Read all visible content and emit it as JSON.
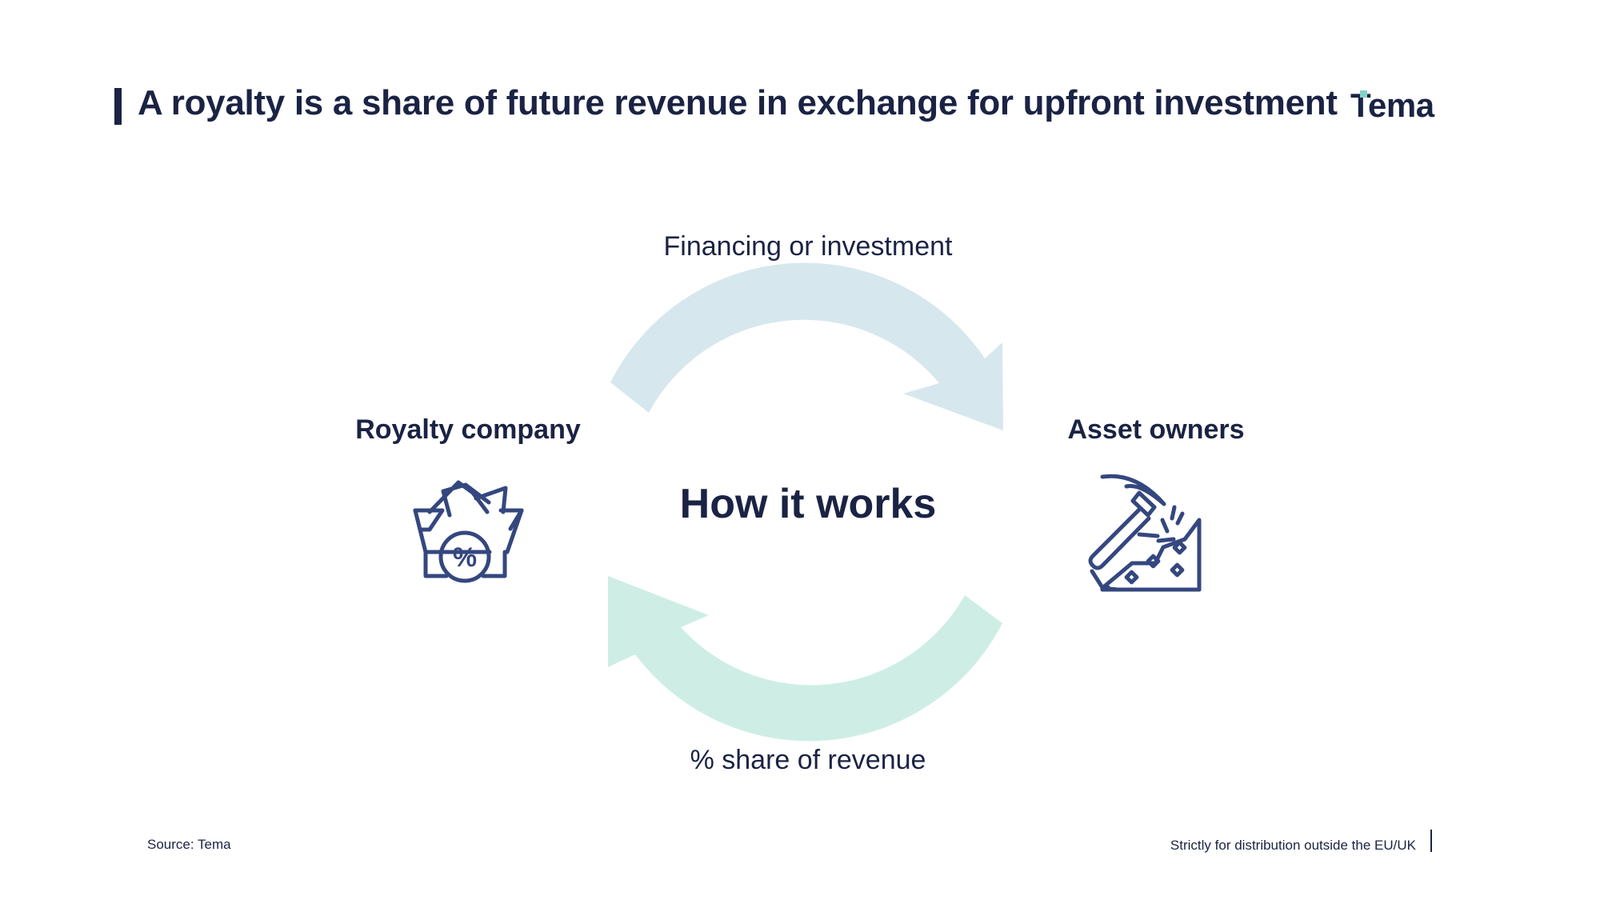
{
  "header": {
    "title": "A royalty is a share of future revenue in exchange for upfront investment",
    "logo_text": "Tema"
  },
  "diagram": {
    "center_label": "How it works",
    "top_flow_label": "Financing or investment",
    "bottom_flow_label": "% share of revenue",
    "left_party_label": "Royalty company",
    "right_party_label": "Asset owners",
    "left_icon_symbol": "%",
    "colors": {
      "top_arrow": "#d7e7ee",
      "bottom_arrow": "#ceeee5",
      "icon_stroke": "#34477f",
      "text": "#1b2344"
    }
  },
  "footer": {
    "source": "Source: Tema",
    "distribution": "Strictly for distribution outside the EU/UK"
  }
}
